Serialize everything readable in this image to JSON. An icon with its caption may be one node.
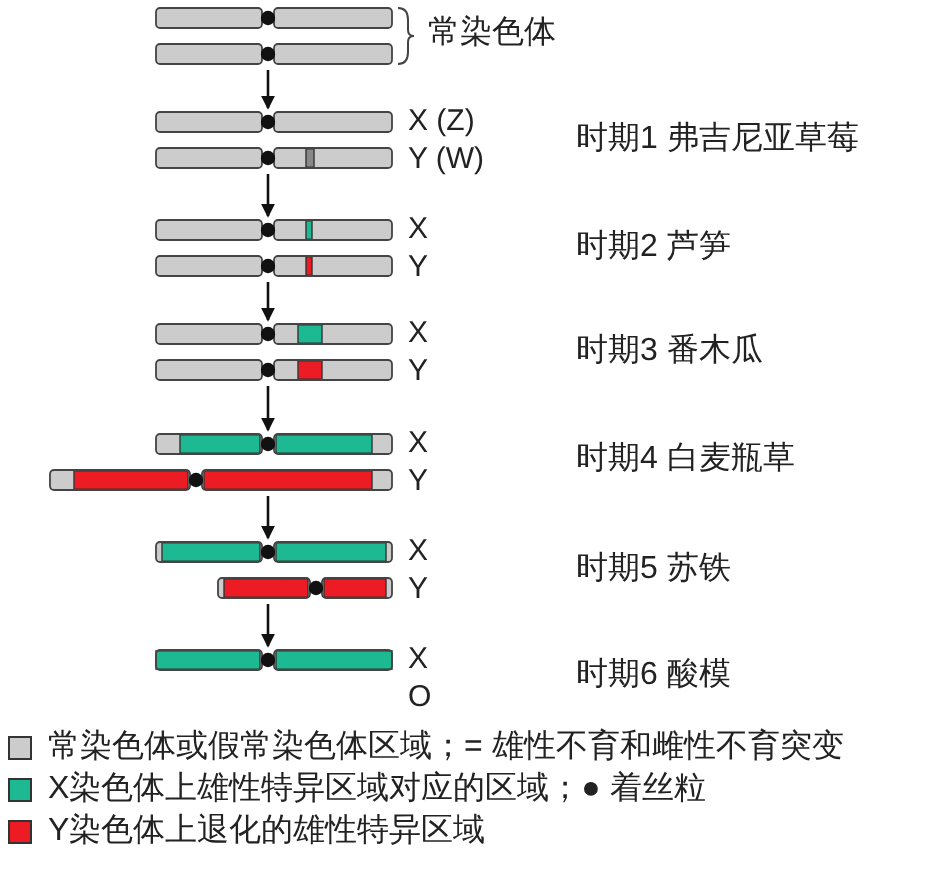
{
  "diagram": {
    "nodes": [
      {
        "text": [],
        "shape": "bar",
        "beside": [
          "常染色体"
        ]
      },
      {
        "text": [],
        "shape": "bar",
        "beside": [
          "X (Z)",
          "Y (W)"
        ]
      },
      {
        "text": [],
        "shape": "bar",
        "beside": [
          "X",
          "Y"
        ]
      },
      {
        "text": [],
        "shape": "bar",
        "beside": [
          "X",
          "Y"
        ]
      },
      {
        "text": [],
        "shape": "bar",
        "beside": [
          "X",
          "Y"
        ]
      },
      {
        "text": [],
        "shape": "bar",
        "beside": [
          "X",
          "Y"
        ]
      },
      {
        "text": [],
        "shape": "bar",
        "beside": [
          "X",
          "O"
        ]
      }
    ],
    "edges": [
      {
        "from": 0,
        "to": 1,
        "arrow": "to"
      },
      {
        "from": 1,
        "to": 2,
        "arrow": "to"
      },
      {
        "from": 2,
        "to": 3,
        "arrow": "to"
      },
      {
        "from": 3,
        "to": 4,
        "arrow": "to"
      },
      {
        "from": 4,
        "to": 5,
        "arrow": "to"
      },
      {
        "from": 5,
        "to": 6,
        "arrow": "to"
      }
    ],
    "labels": [
      "时期1 弗吉尼亚草莓",
      "时期2 芦笋",
      "时期3 番木瓜",
      "时期4 白麦瓶草",
      "时期5 苏铁",
      "时期6 酸模"
    ],
    "legend": [
      {
        "text": "常染色体或假常染色体区域；= 雄性不育和雌性不育突变",
        "color": "#cccccc"
      },
      {
        "text": "X染色体上雄性特异区域对应的区域；● 着丝粒",
        "color": "#1db992"
      },
      {
        "text": "Y染色体上退化的雄性特异区域",
        "color": "#ed1c24"
      }
    ]
  }
}
